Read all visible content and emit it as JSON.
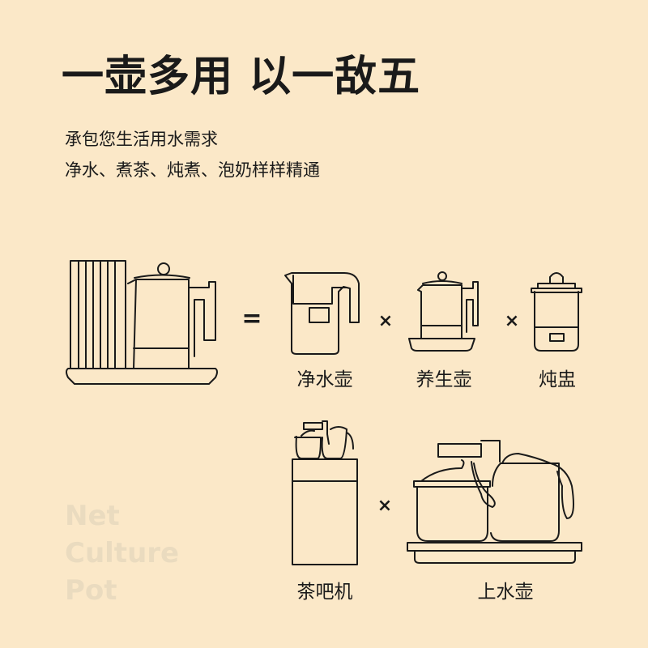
{
  "headline": "一壶多用 以一敌五",
  "subtitle_lines": [
    "承包您生活用水需求",
    "净水、煮茶、炖煮、泡奶样样精通"
  ],
  "equation": {
    "equals": "=",
    "times": "×"
  },
  "products": [
    {
      "label": "净水壶"
    },
    {
      "label": "养生壶"
    },
    {
      "label": "炖盅"
    },
    {
      "label": "茶吧机"
    },
    {
      "label": "上水壶"
    }
  ],
  "watermark": [
    "Net",
    "Culture",
    "Pot"
  ]
}
